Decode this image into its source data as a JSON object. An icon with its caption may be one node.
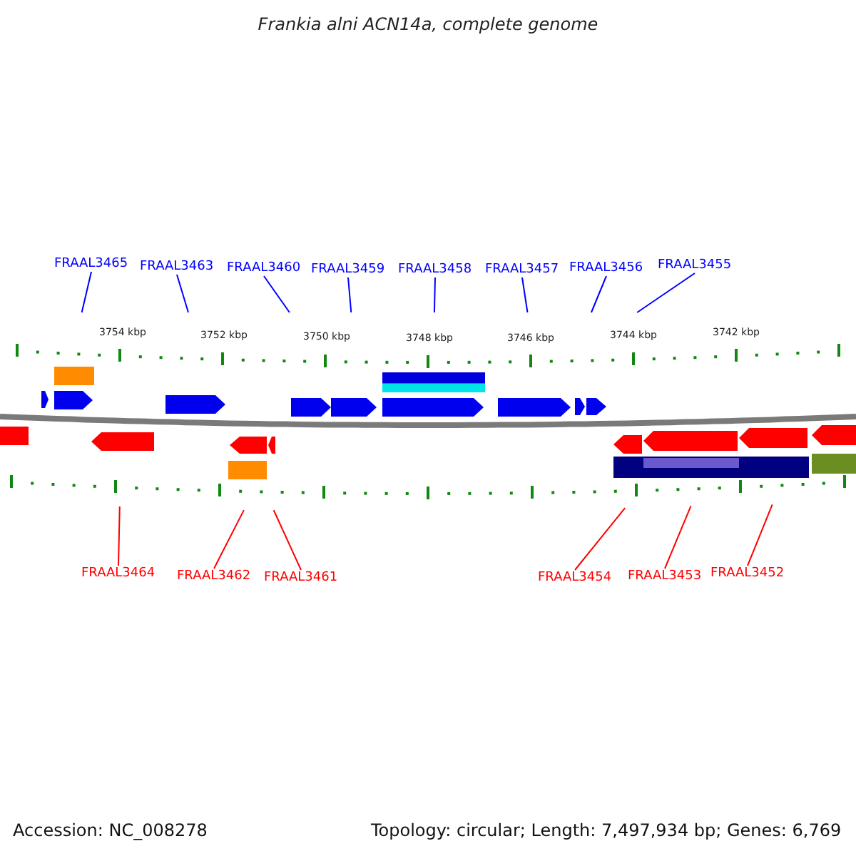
{
  "diagram": {
    "title": "Frankia alni ACN14a, complete genome",
    "nodes": [
      {
        "text": [
          "FRAAL3465"
        ]
      },
      {
        "text": [
          "FRAAL3463"
        ]
      },
      {
        "text": [
          "FRAAL3460"
        ]
      },
      {
        "text": [
          "FRAAL3459"
        ]
      },
      {
        "text": [
          "FRAAL3458"
        ]
      },
      {
        "text": [
          "FRAAL3457"
        ]
      },
      {
        "text": [
          "FRAAL3456"
        ]
      },
      {
        "text": [
          "FRAAL3455"
        ]
      },
      {
        "text": [
          "FRAAL3464"
        ]
      },
      {
        "text": [
          "FRAAL3462"
        ]
      },
      {
        "text": [
          "FRAAL3461"
        ]
      },
      {
        "text": [
          "FRAAL3454"
        ]
      },
      {
        "text": [
          "FRAAL3453"
        ]
      },
      {
        "text": [
          "FRAAL3452"
        ]
      }
    ],
    "edges": [
      {
        "from": 0,
        "to": null,
        "arrow": "none"
      },
      {
        "from": 1,
        "to": null,
        "arrow": "none"
      },
      {
        "from": 2,
        "to": null,
        "arrow": "none"
      },
      {
        "from": 3,
        "to": null,
        "arrow": "none"
      },
      {
        "from": 4,
        "to": null,
        "arrow": "none"
      },
      {
        "from": 5,
        "to": null,
        "arrow": "none"
      },
      {
        "from": 6,
        "to": null,
        "arrow": "none"
      },
      {
        "from": 7,
        "to": null,
        "arrow": "none"
      },
      {
        "from": 8,
        "to": null,
        "arrow": "none",
        "color": "#ff0000"
      },
      {
        "from": 9,
        "to": null,
        "arrow": "none",
        "color": "#ff0000"
      },
      {
        "from": 10,
        "to": null,
        "arrow": "none",
        "color": "#ff0000"
      },
      {
        "from": 11,
        "to": null,
        "arrow": "none",
        "color": "#ff0000"
      },
      {
        "from": 12,
        "to": null,
        "arrow": "none",
        "color": "#ff0000"
      },
      {
        "from": 13,
        "to": null,
        "arrow": "none",
        "color": "#ff0000"
      }
    ],
    "labels": [
      "3754 kbp",
      "3752 kbp",
      "3750 kbp",
      "3748 kbp",
      "3746 kbp",
      "3744 kbp",
      "3742 kbp",
      "Accession: NC_008278",
      "Topology: circular; Length: 7,497,934 bp; Genes: 6,769"
    ]
  }
}
